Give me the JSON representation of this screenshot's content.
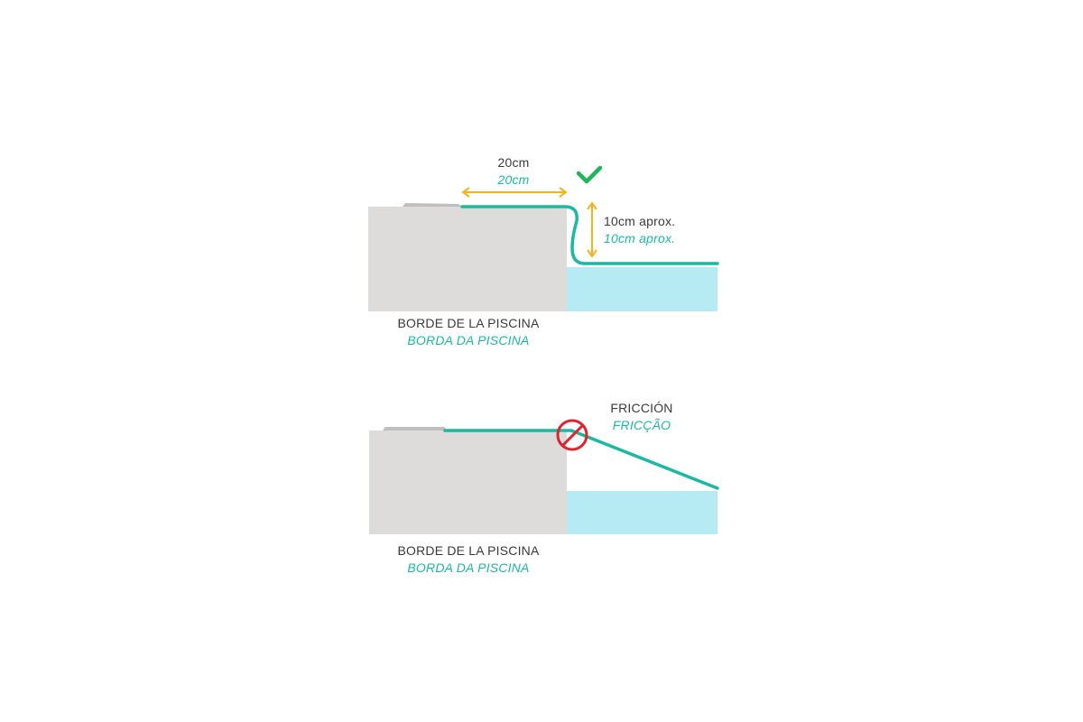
{
  "colors": {
    "teal": "#1bb9a3",
    "pool_edge": "#dddcdb",
    "water": "#b7ebf3",
    "arrow": "#f5b21a",
    "check": "#1fb65a",
    "forbidden": "#e0242d",
    "text": "#3a3a3a",
    "tool": "#bfbfbf"
  },
  "icons": {
    "correct": "check-icon",
    "incorrect": "forbidden-icon",
    "scraper": "scraper-icon"
  },
  "top_diagram": {
    "width_label_es": "20cm",
    "width_label_pt": "20cm",
    "height_label_es": "10cm aprox.",
    "height_label_pt": "10cm aprox.",
    "edge_label_es": "BORDE DE LA PISCINA",
    "edge_label_pt": "BORDA DA PISCINA"
  },
  "bottom_diagram": {
    "friction_label_es": "FRICCIÓN",
    "friction_label_pt": "FRICÇÃO",
    "edge_label_es": "BORDE DE LA PISCINA",
    "edge_label_pt": "BORDA DA PISCINA"
  }
}
